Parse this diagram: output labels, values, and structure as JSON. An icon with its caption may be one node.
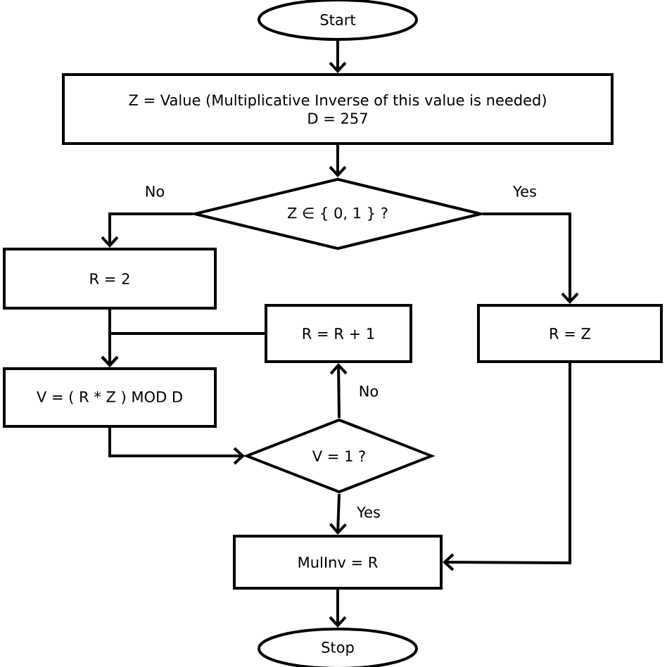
{
  "diagram": {
    "nodes": [
      {
        "text": [
          "Start"
        ]
      },
      {
        "text": [
          "Z = Value (Multiplicative Inverse of this value is needed)",
          "D = 257"
        ]
      },
      {
        "text": [
          "Z ∈ { 0, 1 } ?"
        ]
      },
      {
        "text": [
          "R = 2"
        ]
      },
      {
        "text": [
          "R = R + 1"
        ]
      },
      {
        "text": [
          "R = Z"
        ]
      },
      {
        "text": [
          "V = ( R * Z ) MOD D"
        ]
      },
      {
        "text": [
          "V = 1 ?"
        ]
      },
      {
        "text": [
          "MulInv = R"
        ]
      },
      {
        "text": [
          "Stop"
        ]
      }
    ],
    "edges": [
      {
        "from": 0,
        "to": 1,
        "arrow": "to"
      },
      {
        "from": 1,
        "to": 2,
        "arrow": "to"
      },
      {
        "from": 2,
        "to": 3,
        "label": "No",
        "arrow": "to"
      },
      {
        "from": 2,
        "to": 5,
        "label": "Yes",
        "arrow": "to"
      },
      {
        "from": 3,
        "to": 6,
        "arrow": "to"
      },
      {
        "from": 4,
        "to": 6,
        "arrow": "to"
      },
      {
        "from": 6,
        "to": 7,
        "arrow": "to"
      },
      {
        "from": 7,
        "to": 4,
        "label": "No",
        "arrow": "to"
      },
      {
        "from": 7,
        "to": 8,
        "label": "Yes",
        "arrow": "to"
      },
      {
        "from": 5,
        "to": 8,
        "arrow": "to"
      },
      {
        "from": 8,
        "to": 9,
        "arrow": "to"
      }
    ]
  }
}
